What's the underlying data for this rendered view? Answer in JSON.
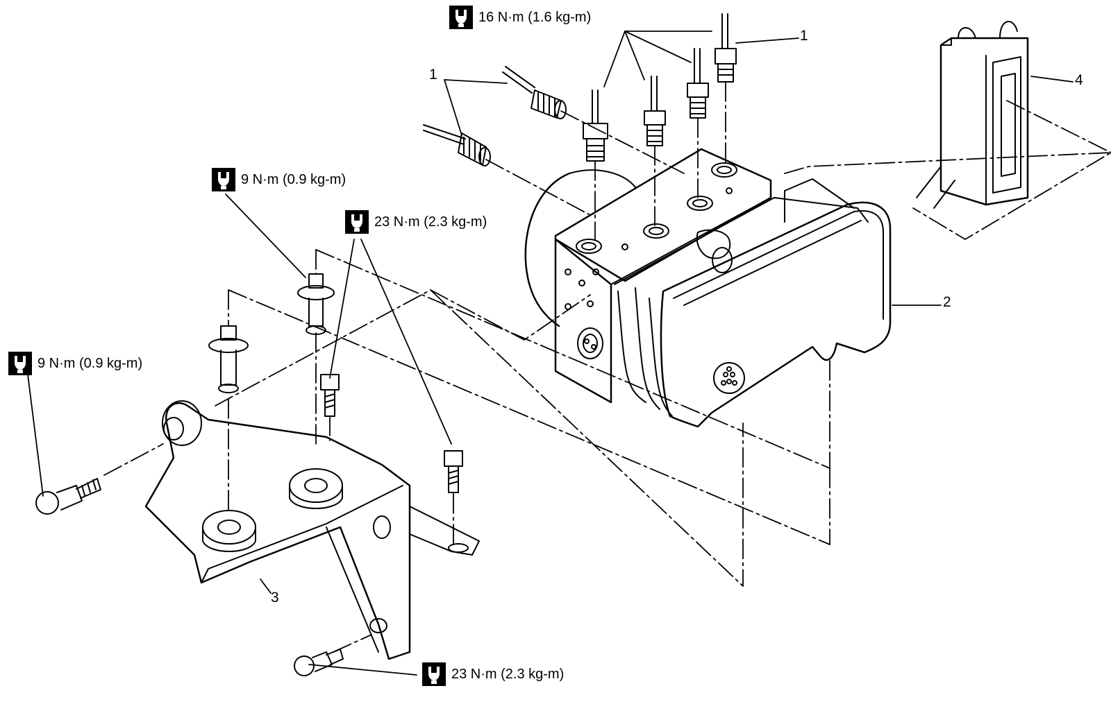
{
  "torque_specs": [
    {
      "id": "t1",
      "text": "16 N·m (1.6 kg-m)"
    },
    {
      "id": "t2",
      "text": "9 N·m (0.9 kg-m)"
    },
    {
      "id": "t3",
      "text": "23 N·m (2.3 kg-m)"
    },
    {
      "id": "t4",
      "text": "9 N·m (0.9 kg-m)"
    },
    {
      "id": "t5",
      "text": "23 N·m (2.3 kg-m)"
    }
  ],
  "callouts": {
    "c1a": "1",
    "c1b": "1",
    "c2": "2",
    "c3": "3",
    "c4": "4"
  },
  "icons": {
    "torque": "torque-wrench-icon"
  },
  "colors": {
    "ink": "#000000",
    "paper": "#ffffff"
  }
}
